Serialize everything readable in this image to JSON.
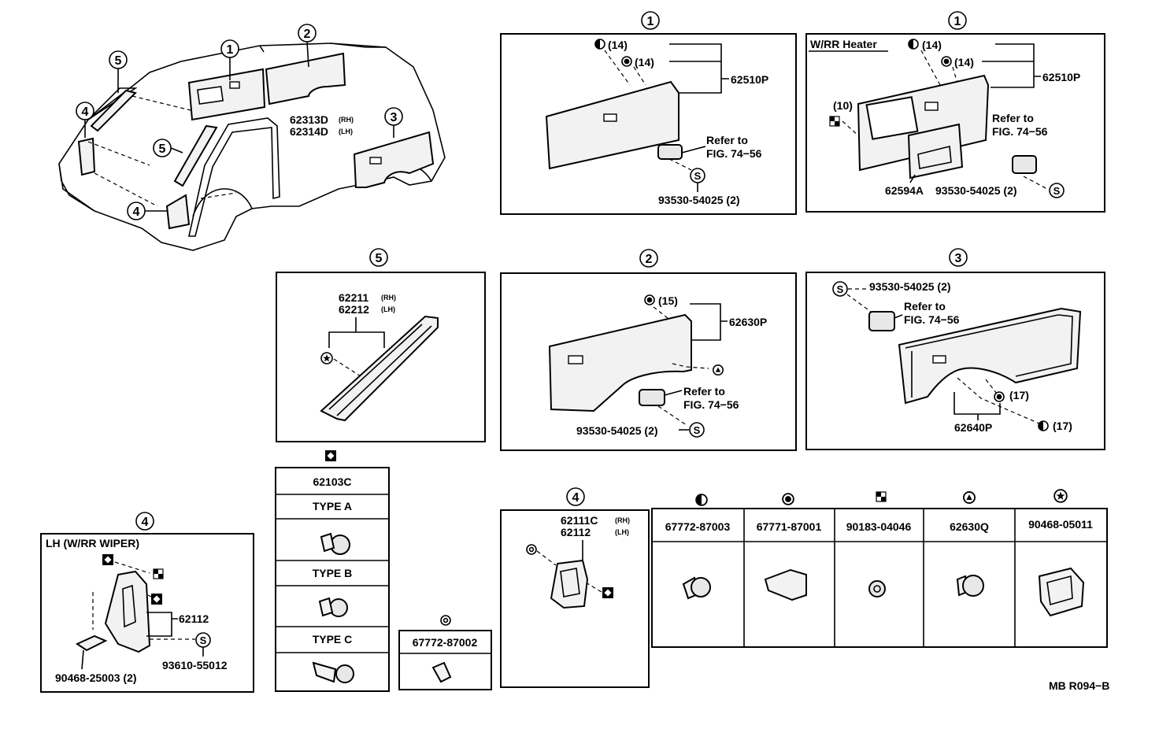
{
  "overview": {
    "callouts": [
      "1",
      "2",
      "3",
      "4",
      "5",
      "5",
      "4"
    ],
    "part_62313": "62313D",
    "part_62314": "62314D",
    "rh": "(RH)",
    "lh": "(LH)"
  },
  "panel_1a": {
    "callout": "1",
    "qty_14a": "(14)",
    "qty_14b": "(14)",
    "part": "62510P",
    "refer_1": "Refer to",
    "refer_2": "FIG. 74−56",
    "screw": "93530-54025 (2)",
    "s_symbol": "S"
  },
  "panel_1b": {
    "callout": "1",
    "label": "W/RR Heater",
    "qty_14a": "(14)",
    "qty_14b": "(14)",
    "qty_10": "(10)",
    "part": "62510P",
    "refer_1": "Refer to",
    "refer_2": "FIG. 74−56",
    "part_2": "62594A",
    "screw": "93530-54025 (2)",
    "s_symbol": "S"
  },
  "panel_5": {
    "callout": "5",
    "part_rh": "62211",
    "part_lh": "62212",
    "rh": "(RH)",
    "lh": "(LH)"
  },
  "panel_2": {
    "callout": "2",
    "qty_15": "(15)",
    "part": "62630P",
    "refer_1": "Refer to",
    "refer_2": "FIG. 74−56",
    "screw": "93530-54025 (2)",
    "s_symbol": "S"
  },
  "panel_3": {
    "callout": "3",
    "screw": "93530-54025 (2)",
    "s_symbol": "S",
    "refer_1": "Refer to",
    "refer_2": "FIG. 74−56",
    "qty_17a": "(17)",
    "qty_17b": "(17)",
    "part": "62640P"
  },
  "panel_4lh": {
    "callout": "4",
    "label": "LH (W/RR WIPER)",
    "part": "62112",
    "s_symbol": "S",
    "screw": "93610-55012",
    "clip": "90468-25003 (2)"
  },
  "clip_table": {
    "part": "62103C",
    "types": [
      "TYPE A",
      "TYPE B",
      "TYPE C"
    ]
  },
  "small_clip": {
    "part": "67772-87002"
  },
  "panel_4": {
    "callout": "4",
    "part_rh": "62111C",
    "part_lh": "62112",
    "rh": "(RH)",
    "lh": "(LH)"
  },
  "fastener_table": {
    "parts": [
      "67772-87003",
      "67771-87001",
      "90183-04046",
      "62630Q",
      "90468-05011"
    ]
  },
  "footer": {
    "code": "MB R094−B"
  }
}
